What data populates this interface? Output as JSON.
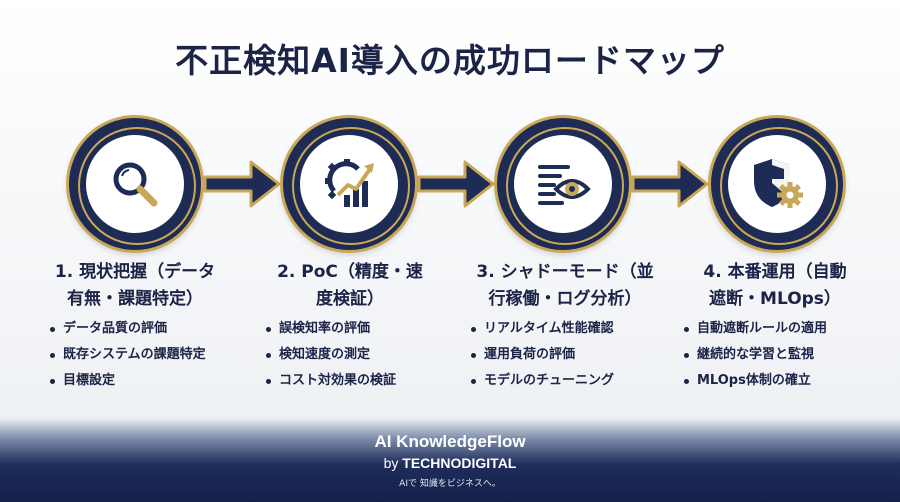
{
  "title": "不正検知AI導入の成功ロードマップ",
  "steps": [
    {
      "icon": "magnifier-icon",
      "head_line1": "1. 現状把握（データ",
      "head_line2": "有無・課題特定）",
      "bullets": [
        "データ品質の評価",
        "既存システムの課題特定",
        "目標設定"
      ]
    },
    {
      "icon": "gear-chart-icon",
      "head_line1": "2. PoC（精度・速",
      "head_line2": "度検証）",
      "bullets": [
        "誤検知率の評価",
        "検知速度の測定",
        "コスト対効果の検証"
      ]
    },
    {
      "icon": "eye-list-icon",
      "head_line1": "3. シャドーモード（並",
      "head_line2": "行稼働・ログ分析）",
      "bullets": [
        "リアルタイム性能確認",
        "運用負荷の評価",
        "モデルのチューニング"
      ]
    },
    {
      "icon": "shield-gear-icon",
      "head_line1": "4. 本番運用（自動",
      "head_line2": "遮断・MLOps）",
      "bullets": [
        "自動遮断ルールの適用",
        "継続的な学習と監視",
        "MLOps体制の確立"
      ]
    }
  ],
  "footer": {
    "brand": "AI KnowledgeFlow",
    "by_prefix": "by ",
    "by_company": "TECHNODIGITAL",
    "tagline": "AIで 知識をビジネスへ。"
  },
  "colors": {
    "navy": "#1e2b55",
    "gold": "#c9a758",
    "text": "#1b2347"
  }
}
